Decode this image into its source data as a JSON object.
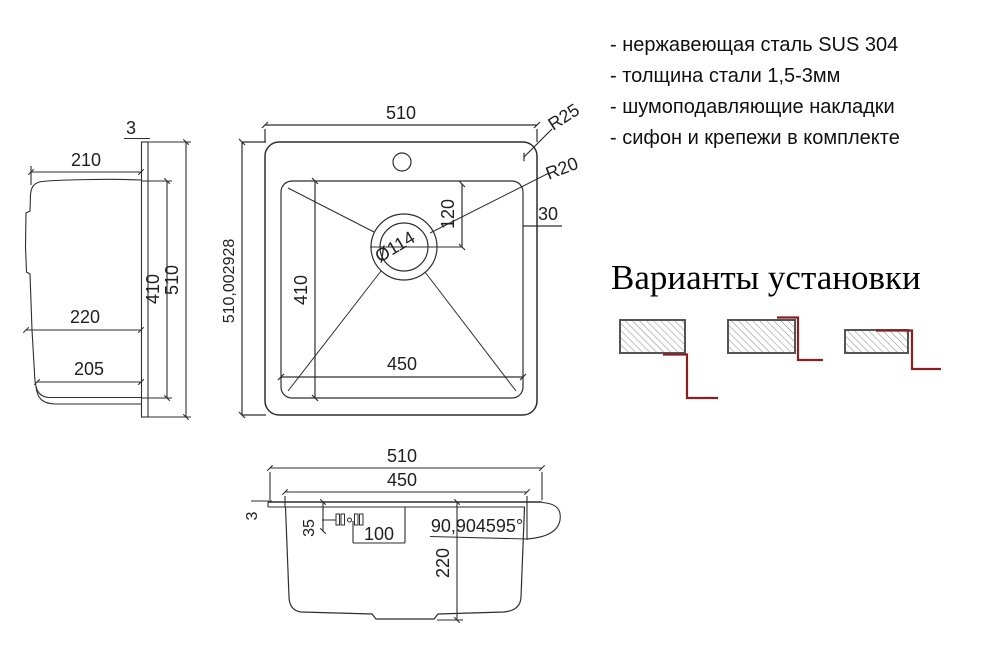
{
  "specs": {
    "line1": "- нержавеющая сталь SUS 304",
    "line2": "- толщина стали 1,5-3мм",
    "line3": "- шумоподавляющие накладки",
    "line4": "- сифон и крепежи в комплекте"
  },
  "installation": {
    "title": "Варианты установки",
    "variant_count": 3
  },
  "side_view": {
    "rim_thickness": "3",
    "top_width": "210",
    "bowl_height": "410",
    "outer_height": "510",
    "mid_width": "220",
    "bottom_width": "205"
  },
  "top_view": {
    "outer_width": "510",
    "outer_height": "510,002928",
    "bowl_width": "450",
    "bowl_height": "410",
    "drain_diameter": "Ø114",
    "drain_offset": "120",
    "rim_width": "30",
    "outer_corner_radius": "R25",
    "bowl_corner_radius": "R20"
  },
  "front_view": {
    "outer_width": "510",
    "bowl_width": "450",
    "rim_thickness": "3",
    "clip_offset": "35",
    "clip_spacing": "100",
    "bowl_depth": "220",
    "wall_angle": "90,904595°"
  },
  "colors": {
    "line": "#2e2e2e",
    "accent_red": "#8b1f1f",
    "hatch_line": "#8f8f8f",
    "hatch_border": "#555555"
  }
}
